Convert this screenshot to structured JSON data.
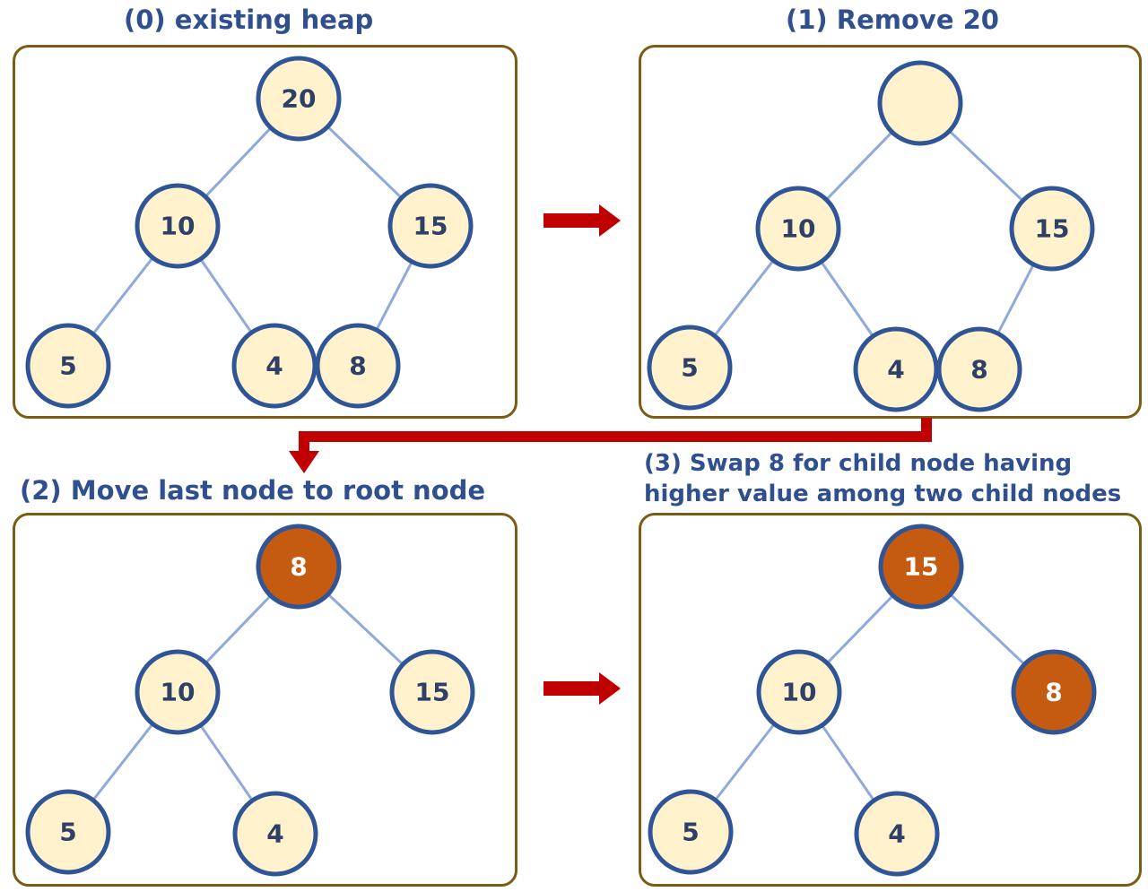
{
  "colors": {
    "node_fill": "#fff2cc",
    "node_stroke": "#2f5597",
    "highlight_fill": "#c55a11",
    "edge": "#8eaadb",
    "frame": "#7a5c12",
    "title": "#2f4f8f",
    "arrow": "#c00000"
  },
  "panels": [
    {
      "title_line1": "(0) existing heap",
      "title_line2": "",
      "nodes": [
        {
          "id": "root",
          "label": "20",
          "state": "normal"
        },
        {
          "id": "left",
          "label": "10",
          "state": "normal"
        },
        {
          "id": "right",
          "label": "15",
          "state": "normal"
        },
        {
          "id": "left-left",
          "label": "5",
          "state": "normal"
        },
        {
          "id": "left-right",
          "label": "4",
          "state": "normal"
        },
        {
          "id": "right-left",
          "label": "8",
          "state": "normal"
        }
      ],
      "edges": [
        [
          "root",
          "left"
        ],
        [
          "root",
          "right"
        ],
        [
          "left",
          "left-left"
        ],
        [
          "left",
          "left-right"
        ],
        [
          "right",
          "right-left"
        ]
      ]
    },
    {
      "title_line1": "(1) Remove 20",
      "title_line2": "",
      "nodes": [
        {
          "id": "root",
          "label": "",
          "state": "empty"
        },
        {
          "id": "left",
          "label": "10",
          "state": "normal"
        },
        {
          "id": "right",
          "label": "15",
          "state": "normal"
        },
        {
          "id": "left-left",
          "label": "5",
          "state": "normal"
        },
        {
          "id": "left-right",
          "label": "4",
          "state": "normal"
        },
        {
          "id": "right-left",
          "label": "8",
          "state": "normal"
        }
      ],
      "edges": [
        [
          "root",
          "left"
        ],
        [
          "root",
          "right"
        ],
        [
          "left",
          "left-left"
        ],
        [
          "left",
          "left-right"
        ],
        [
          "right",
          "right-left"
        ]
      ]
    },
    {
      "title_line1": "(2) Move last node to root node",
      "title_line2": "",
      "nodes": [
        {
          "id": "root",
          "label": "8",
          "state": "highlight"
        },
        {
          "id": "left",
          "label": "10",
          "state": "normal"
        },
        {
          "id": "right",
          "label": "15",
          "state": "normal"
        },
        {
          "id": "left-left",
          "label": "5",
          "state": "normal"
        },
        {
          "id": "left-right",
          "label": "4",
          "state": "normal"
        }
      ],
      "edges": [
        [
          "root",
          "left"
        ],
        [
          "root",
          "right"
        ],
        [
          "left",
          "left-left"
        ],
        [
          "left",
          "left-right"
        ]
      ]
    },
    {
      "title_line1": "(3) Swap 8 for child node having",
      "title_line2": "higher value among two child nodes",
      "nodes": [
        {
          "id": "root",
          "label": "15",
          "state": "highlight"
        },
        {
          "id": "left",
          "label": "10",
          "state": "normal"
        },
        {
          "id": "right",
          "label": "8",
          "state": "highlight"
        },
        {
          "id": "left-left",
          "label": "5",
          "state": "normal"
        },
        {
          "id": "left-right",
          "label": "4",
          "state": "normal"
        }
      ],
      "edges": [
        [
          "root",
          "left"
        ],
        [
          "root",
          "right"
        ],
        [
          "left",
          "left-left"
        ],
        [
          "left",
          "left-right"
        ]
      ]
    }
  ]
}
